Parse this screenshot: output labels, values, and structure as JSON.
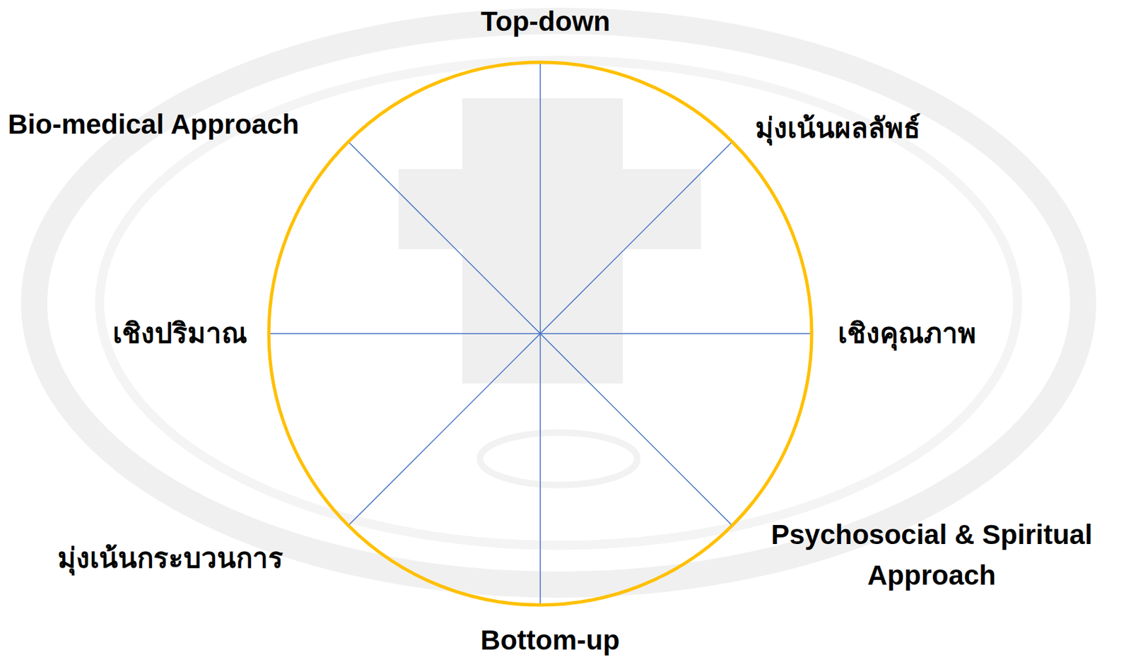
{
  "diagram": {
    "labels": [
      "Top-down",
      "Bio-medical Approach",
      "มุ่งเน้นผลลัพธ์",
      "เชิงปริมาณ",
      "เชิงคุณภาพ",
      "มุ่งเน้นกระบวนการ",
      "Psychosocial & Spiritual Approach",
      "Bottom-up"
    ]
  }
}
